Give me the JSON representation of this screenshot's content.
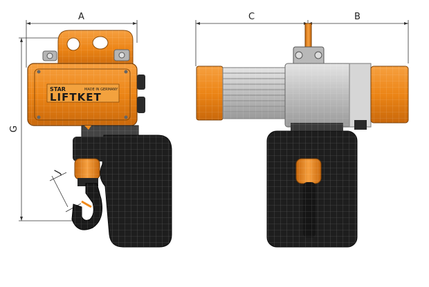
{
  "dimensions": {
    "A": "A",
    "B": "B",
    "C": "C",
    "G": "G",
    "J": "J"
  },
  "nameplate": {
    "star": "STAR",
    "brand": "LIFTKET",
    "made_in": "MADE IN GERMANY"
  },
  "colors": {
    "orange": "#f08a1c",
    "orange_dark": "#c8660a",
    "body_black": "#1c1c1c",
    "aluminum": "#c9c9c9",
    "dimension_line": "#333333"
  }
}
